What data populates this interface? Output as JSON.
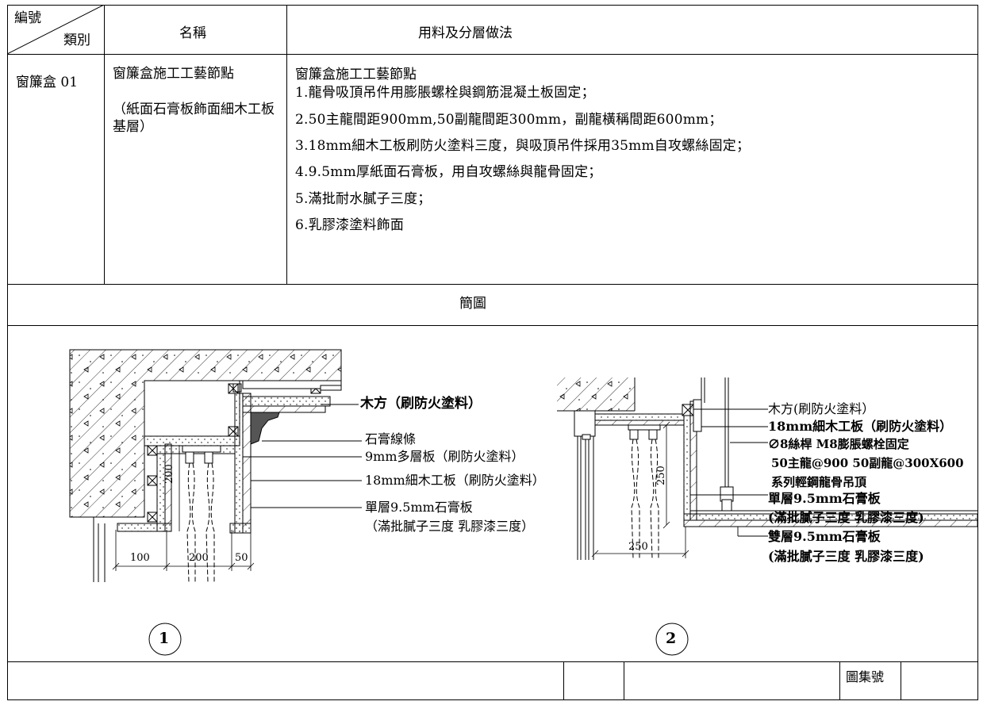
{
  "header": {
    "code_label": "編號",
    "category_label": "類別",
    "name_label": "名稱",
    "method_label": "用料及分層做法"
  },
  "row": {
    "code": "窗簾盒 01",
    "name": "窗簾盒施工工藝節點",
    "name_note": "（紙面石膏板飾面細木工板基層）",
    "method_title": "窗簾盒施工工藝節點",
    "steps": [
      "1.龍骨吸頂吊件用膨脹螺栓與鋼筋混凝土板固定；",
      "2.50主龍間距900mm,50副龍間距300mm，副龍橫稱間距600mm；",
      "3.18mm細木工板刷防火塗料三度，與吸頂吊件採用35mm自攻螺絲固定；",
      "4.9.5mm厚紙面石膏板，用自攻螺絲與龍骨固定；",
      "5.滿批耐水膩子三度；",
      "6.乳膠漆塗料飾面"
    ]
  },
  "diagram_section_label": "簡圖",
  "diagram1": {
    "number": "1",
    "labels": [
      "木方（刷防火塗料）",
      "石膏線條",
      "9mm多層板（刷防火塗料）",
      "18mm細木工板（刷防火塗料）",
      "單層9.5mm石膏板",
      "（滿批膩子三度 乳膠漆三度）"
    ],
    "dims": [
      "100",
      "200",
      "50",
      "200"
    ]
  },
  "diagram2": {
    "number": "2",
    "labels": [
      "木方(刷防火塗料）",
      "18mm細木工板（刷防火塗料）",
      "∅8絲桿 M8膨脹螺栓固定",
      "50主龍@900  50副龍@300X600",
      "系列輕鋼龍骨吊頂",
      "單層9.5mm石膏板",
      "(滿批膩子三度 乳膠漆三度)",
      "雙層9.5mm石膏板",
      "(滿批膩子三度 乳膠漆三度)"
    ],
    "dims": [
      "250",
      "250"
    ]
  },
  "footer": {
    "atlas_label": "圖集號"
  }
}
